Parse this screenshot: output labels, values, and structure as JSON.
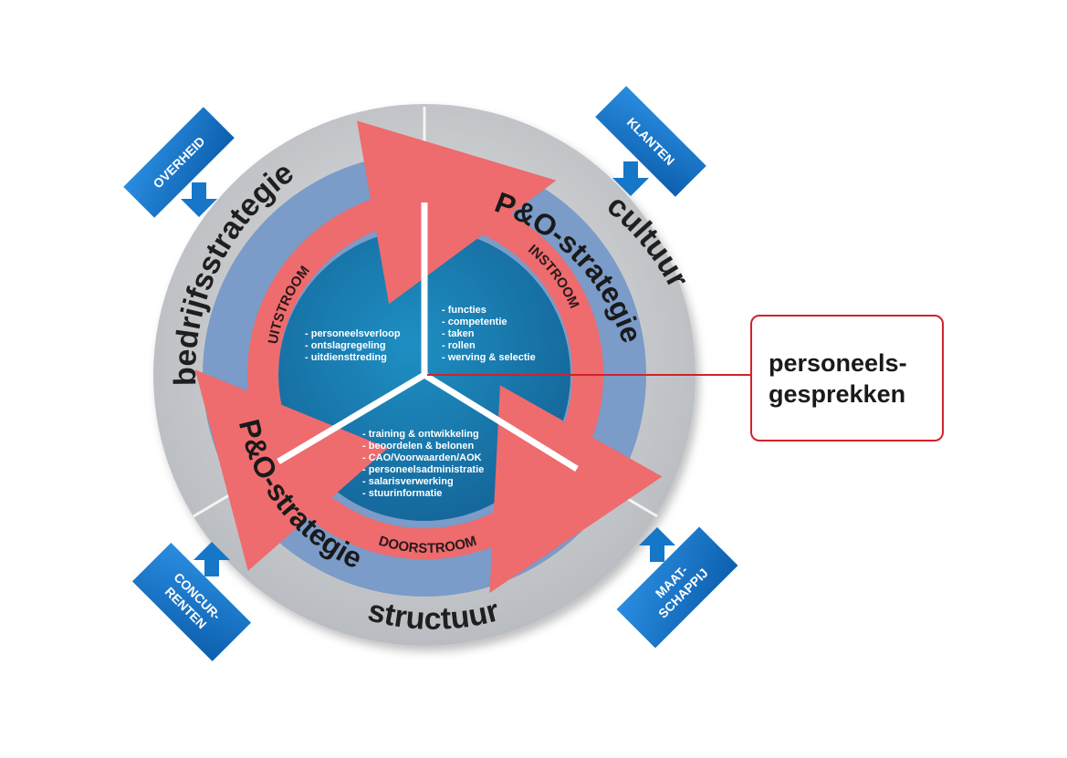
{
  "outer_ring": {
    "left": "bedrijfsstrategie",
    "right": "cultuur",
    "bottom": "structuur"
  },
  "middle_ring": {
    "top": "P&O-strategie",
    "bottom": "P&O-strategie"
  },
  "flows": {
    "instroom": "INSTROOM",
    "uitstroom": "UITSTROOM",
    "doorstroom": "DOORSTROOM"
  },
  "segments": {
    "uitstroom_items": [
      "- personeelsverloop",
      "- ontslagregeling",
      "- uitdiensttreding"
    ],
    "instroom_items": [
      "- functies",
      "- competentie",
      "- taken",
      "- rollen",
      "- werving & selectie"
    ],
    "doorstroom_items": [
      "- training & ontwikkeling",
      "- beoordelen & belonen",
      "- CAO/Voorwaarden/AOK",
      "- personeelsadministratie",
      "- salarisverwerking",
      "- stuurinformatie"
    ]
  },
  "external_factors": {
    "overheid": "OVERHEID",
    "klanten": "KLANTEN",
    "concurrenten": [
      "CONCUR-",
      "RENTEN"
    ],
    "maatschappij": [
      "MAAT-",
      "SCHAPPIJ"
    ]
  },
  "callout": {
    "text": "personeels-\ngesprekken"
  },
  "colors": {
    "outer_ring": "#cdcfd2",
    "middle_ring": "#7b9bc8",
    "inner_disc": "#1f86b9",
    "flow_arrows": "#ee6b6e",
    "badges": "#1677c9",
    "callout_border": "#d0222b"
  }
}
